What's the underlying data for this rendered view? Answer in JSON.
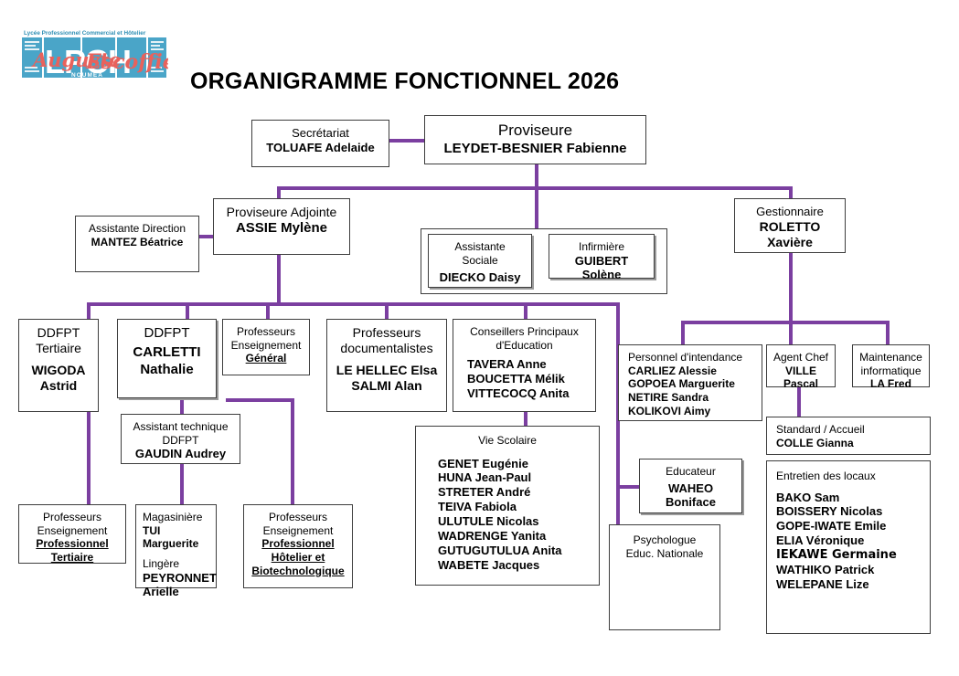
{
  "document": {
    "title": "ORGANIGRAMME FONCTIONNEL 2026",
    "accent_color": "#7b3fa0",
    "border_color": "#3d3d3d",
    "logo": {
      "tagline": "Lycée Professionnel Commercial et Hôtelier",
      "acronym": "LPCH",
      "script": "Auguste Escoffier",
      "city": "NOUMEA",
      "brand_blue": "#3f9fc4",
      "brand_red": "#e8625c"
    }
  },
  "nodes": {
    "proviseure": {
      "role": "Proviseure",
      "name": "LEYDET-BESNIER Fabienne"
    },
    "secretariat": {
      "role": "Secrétariat",
      "name": "TOLUAFE Adelaide"
    },
    "proviseure_adjointe": {
      "role": "Proviseure Adjointe",
      "name": "ASSIE Mylène"
    },
    "assistante_direction": {
      "role": "Assistante Direction",
      "name": "MANTEZ Béatrice"
    },
    "assistante_sociale": {
      "role_l1": "Assistante",
      "role_l2": "Sociale",
      "name": "DIECKO Daisy"
    },
    "infirmiere": {
      "role": "Infirmière",
      "name": "GUIBERT Solène"
    },
    "gestionnaire": {
      "role": "Gestionnaire",
      "name_l1": "ROLETTO",
      "name_l2": "Xavière"
    },
    "ddfpt_tertiaire": {
      "role_l1": "DDFPT",
      "role_l2": "Tertiaire",
      "name_l1": "WIGODA",
      "name_l2": "Astrid"
    },
    "ddfpt": {
      "role": "DDFPT",
      "name_l1": "CARLETTI",
      "name_l2": "Nathalie"
    },
    "profs_general": {
      "line1": "Professeurs",
      "line2": "Enseignement",
      "line3": "Général"
    },
    "profs_documentalistes": {
      "role_l1": "Professeurs",
      "role_l2": "documentalistes",
      "names": [
        "LE HELLEC Elsa",
        "SALMI Alan"
      ]
    },
    "cpe": {
      "role_l1": "Conseillers Principaux",
      "role_l2": "d'Education",
      "names": [
        "TAVERA Anne",
        "BOUCETTA Mélik",
        "VITTECOCQ Anita"
      ]
    },
    "personnel_intendance": {
      "role": "Personnel d'intendance",
      "names": [
        "CARLIEZ Alessie",
        "GOPOEA Marguerite",
        "NETIRE Sandra",
        "KOLIKOVI Aimy"
      ]
    },
    "agent_chef": {
      "role": "Agent Chef",
      "name_l1": "VILLE",
      "name_l2": "Pascal"
    },
    "maintenance": {
      "role_l1": "Maintenance",
      "role_l2": "informatique",
      "name": "LA Fred"
    },
    "standard_accueil": {
      "role": "Standard / Accueil",
      "name": "COLLE Gianna"
    },
    "entretien_locaux": {
      "role": "Entretien des locaux",
      "names": [
        "BAKO Sam",
        "BOISSERY Nicolas",
        "GOPE-IWATE Emile",
        "ELIA Véronique",
        "IEKAWE Germaine",
        "WATHIKO Patrick",
        "WELEPANE Lize"
      ],
      "script_index": 4
    },
    "assistant_technique": {
      "role_l1": "Assistant technique",
      "role_l2": "DDFPT",
      "name": "GAUDIN Audrey"
    },
    "profs_pro_tertiaire": {
      "line1": "Professeurs",
      "line2": "Enseignement",
      "line3": "Professionnel",
      "line4": "Tertiaire"
    },
    "magasiniere": {
      "role1": "Magasinière",
      "name1": "TUI Marguerite",
      "role2": "Lingère",
      "name2_l1": "PEYRONNET",
      "name2_l2": "Arielle"
    },
    "profs_pro_hotelier": {
      "line1": "Professeurs",
      "line2": "Enseignement",
      "line3": "Professionnel",
      "line4": "Hôtelier et",
      "line5": "Biotechnologique"
    },
    "vie_scolaire": {
      "role": "Vie Scolaire",
      "names": [
        "GENET Eugénie",
        "HUNA Jean-Paul",
        "STRETER André",
        "TEIVA Fabiola",
        "ULUTULE Nicolas",
        "WADRENGE Yanita",
        "GUTUGUTULUA Anita",
        "WABETE Jacques"
      ]
    },
    "educateur": {
      "role": "Educateur",
      "name_l1": "WAHEO",
      "name_l2": "Boniface"
    },
    "psychologue": {
      "role_l1": "Psychologue",
      "role_l2": "Educ. Nationale"
    }
  }
}
